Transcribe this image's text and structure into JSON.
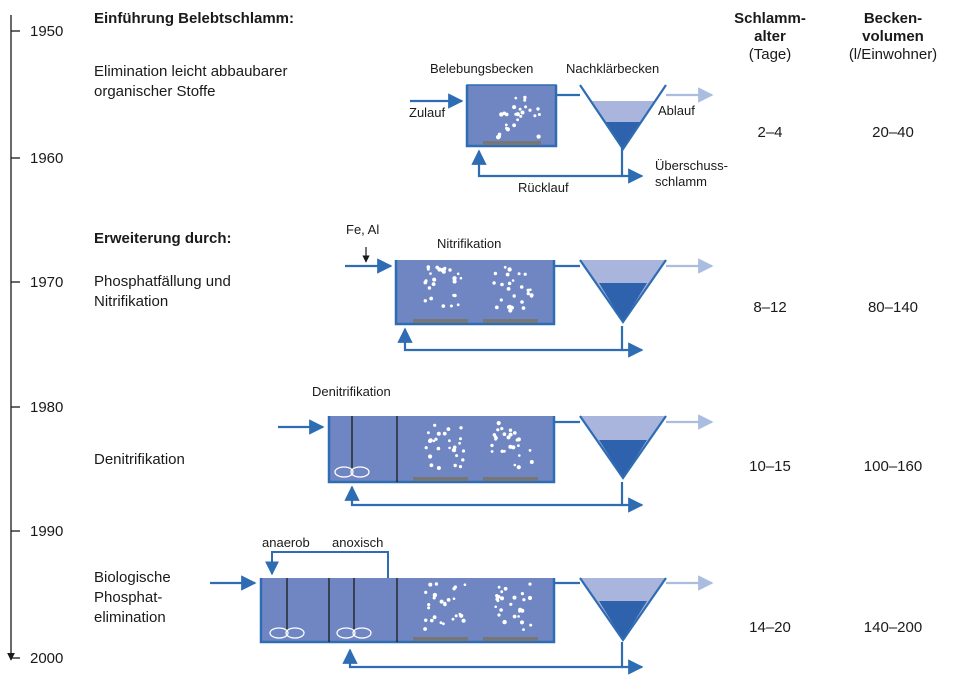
{
  "timeline": {
    "years": [
      "1950",
      "1960",
      "1970",
      "1980",
      "1990",
      "2000"
    ]
  },
  "columns": {
    "sludge_age_title": "Schlamm-\nalter",
    "sludge_age_unit": "(Tage)",
    "volume_title": "Becken-\nvolumen",
    "volume_unit": "(l/Einwohner)"
  },
  "stages": [
    {
      "heading": "Einführung Belebtschlamm:",
      "text": "Elimination leicht abbaubarer\norganischer Stoffe",
      "sludge_age": "2–4",
      "volume": "20–40",
      "labels": {
        "aeration_tank": "Belebungsbecken",
        "clarifier": "Nachklärbecken",
        "inflow": "Zulauf",
        "outflow": "Ablauf",
        "excess_sludge": "Überschuss-\nschlamm",
        "return": "Rücklauf"
      }
    },
    {
      "heading": "Erweiterung durch:",
      "text": "Phosphatfällung und\nNitrifikation",
      "sludge_age": "8–12",
      "volume": "80–140",
      "labels": {
        "dosing": "Fe, Al",
        "nitrification": "Nitrifikation"
      }
    },
    {
      "heading": "",
      "text": "Denitrifikation",
      "sludge_age": "10–15",
      "volume": "100–160",
      "labels": {
        "denitrification": "Denitrifikation"
      }
    },
    {
      "heading": "",
      "text": "Biologische\nPhosphat-\nelimination",
      "sludge_age": "14–20",
      "volume": "140–200",
      "labels": {
        "anaerobic": "anaerob",
        "anoxic": "anoxisch"
      }
    }
  ],
  "colors": {
    "tank_fill": "#6f86c3",
    "line_blue": "#2e6db3",
    "light_arrow": "#a9bde0",
    "clarifier_light": "#a9b5dc",
    "clarifier_dark": "#2f62ac",
    "diffuser": "#777777"
  },
  "icons": [
    "aeration-bubbles-icon",
    "stirrer-icon",
    "clarifier-cone-icon",
    "arrow-icon"
  ]
}
